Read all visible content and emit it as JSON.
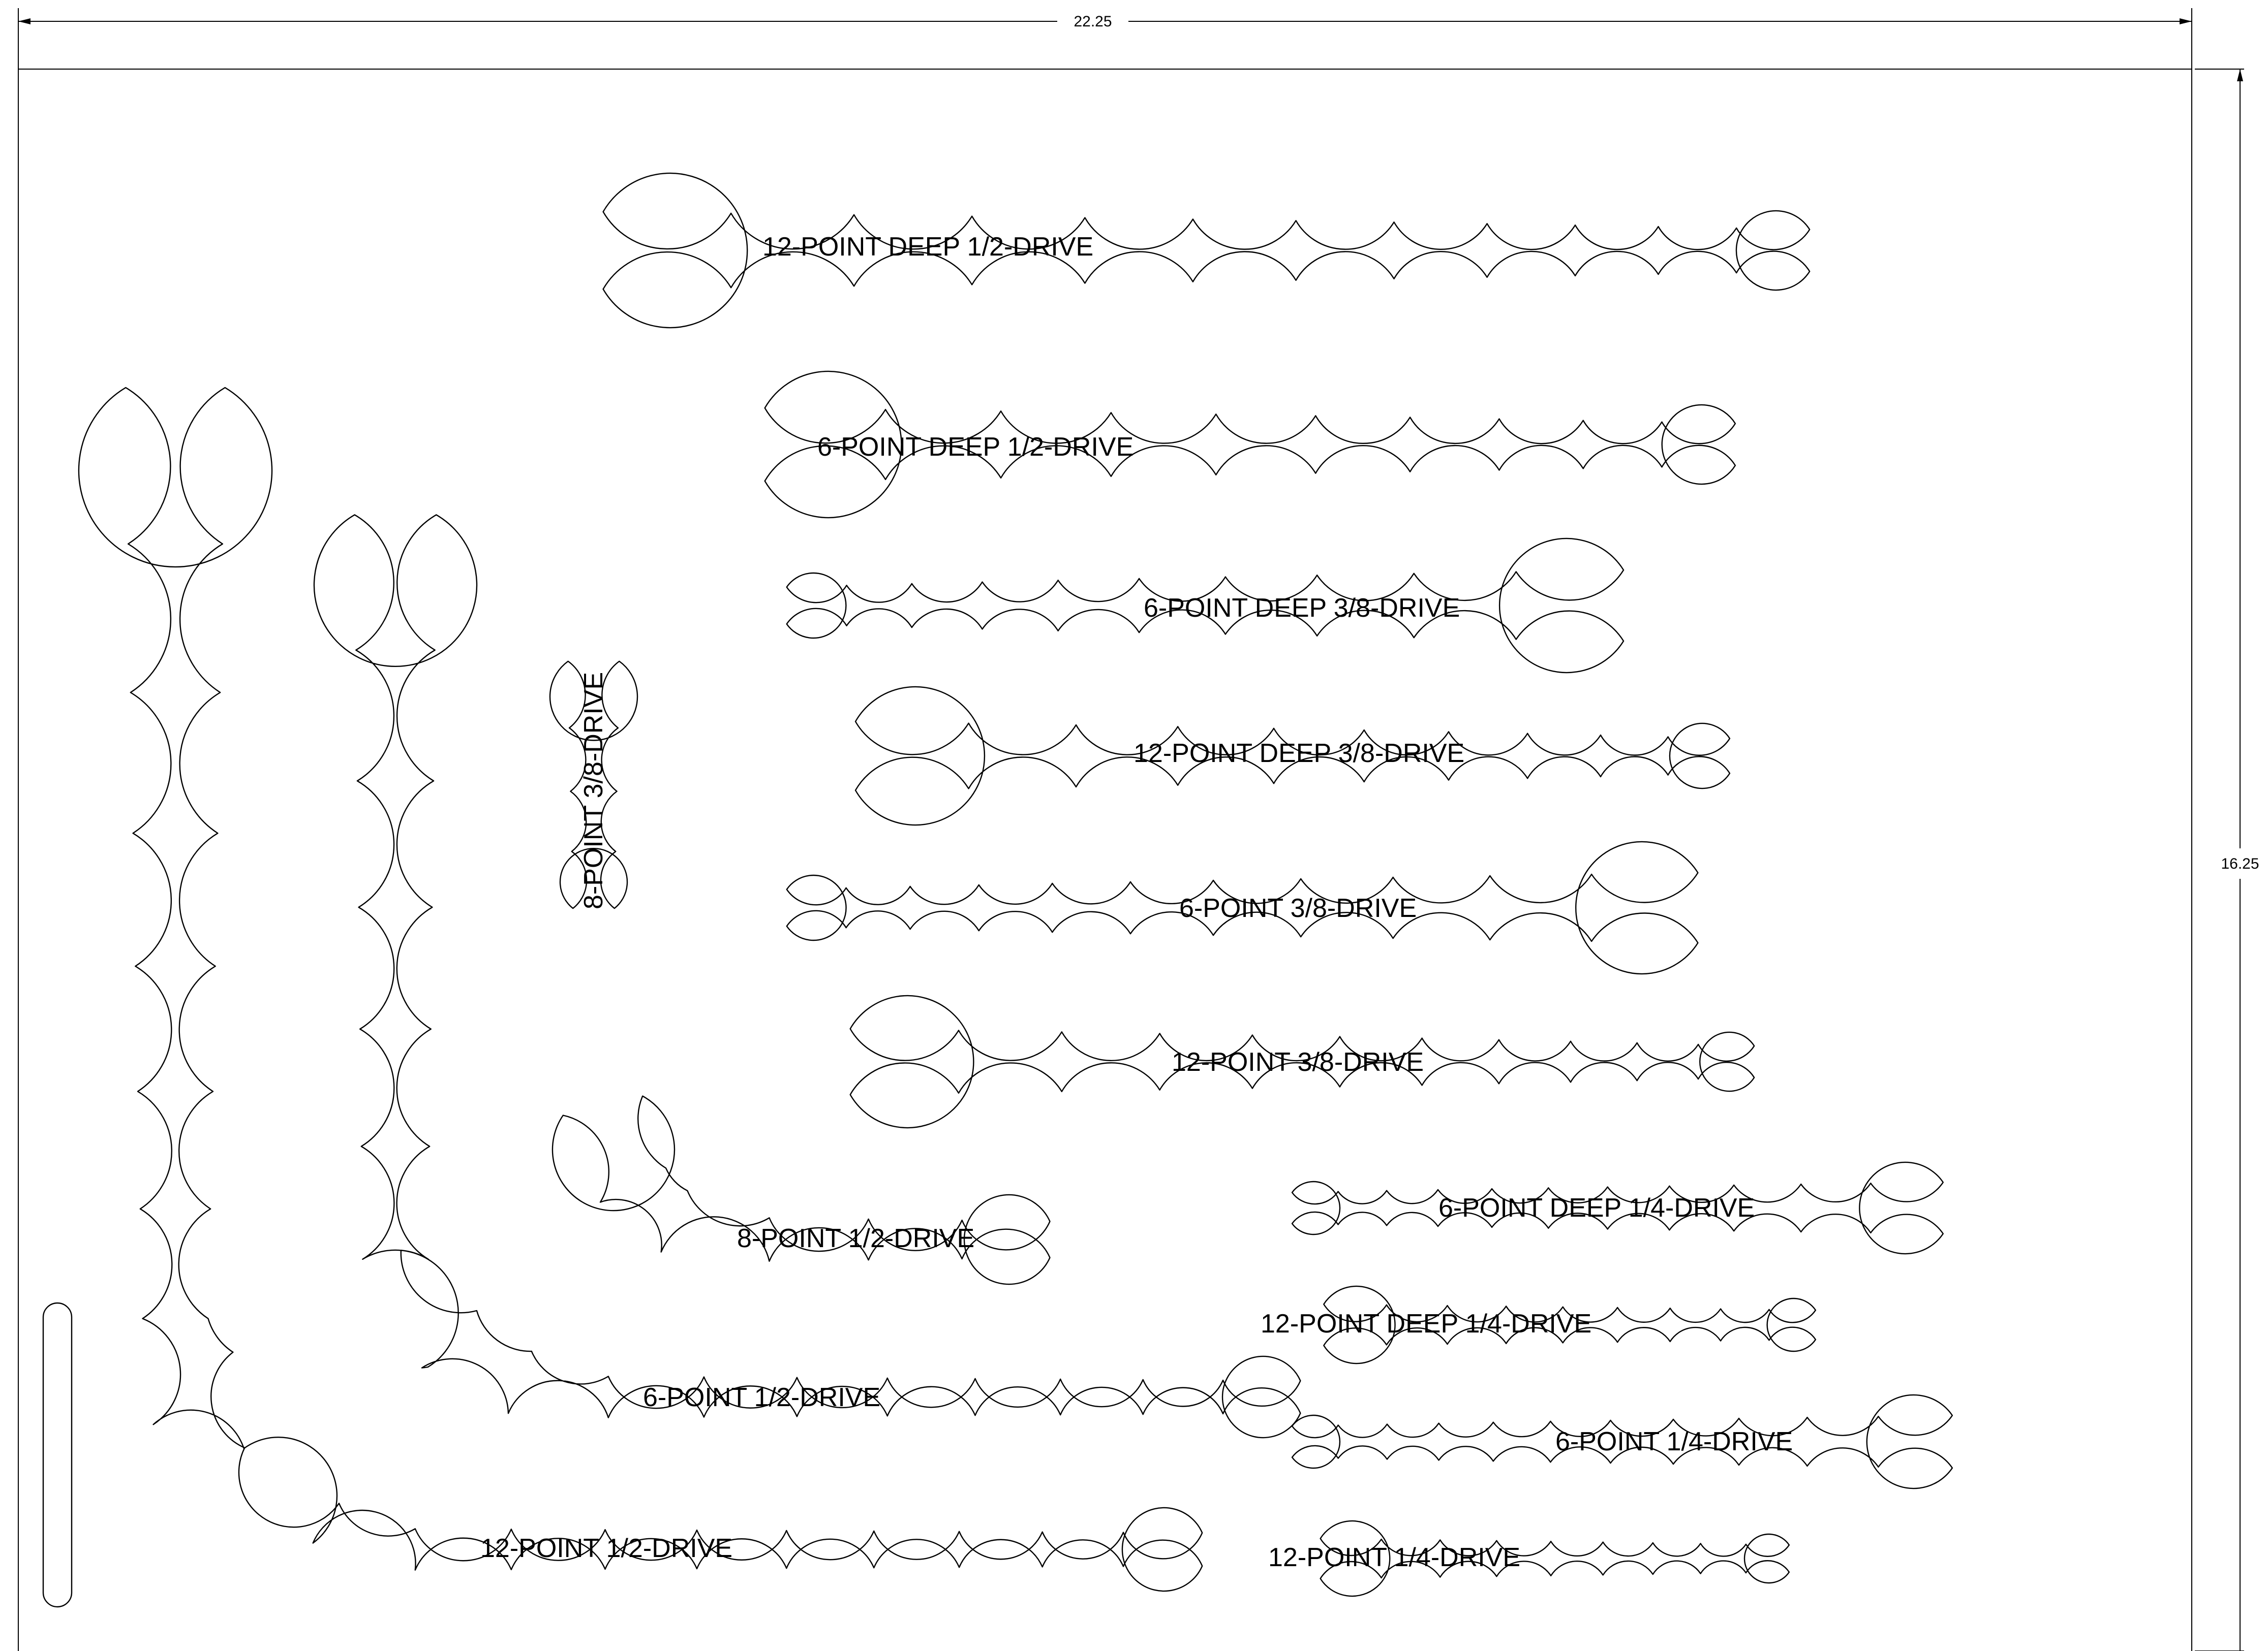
{
  "dimensions": {
    "width": "22.25",
    "height": "16.25"
  },
  "labels": {
    "twelve_deep_half": "12-POINT DEEP 1/2-DRIVE",
    "six_deep_half": "6-POINT DEEP 1/2-DRIVE",
    "six_deep_three_eighths": "6-POINT DEEP 3/8-DRIVE",
    "twelve_deep_three_eighths": "12-POINT DEEP 3/8-DRIVE",
    "six_three_eighths": "6-POINT 3/8-DRIVE",
    "twelve_three_eighths": "12-POINT 3/8-DRIVE",
    "eight_three_eighths": "8-POINT 3/8-DRIVE",
    "eight_half": "8-POINT 1/2-DRIVE",
    "six_half": "6-POINT 1/2-DRIVE",
    "twelve_half": "12-POINT 1/2-DRIVE",
    "six_deep_quarter": "6-POINT DEEP 1/4-DRIVE",
    "twelve_deep_quarter": "12-POINT DEEP 1/4-DRIVE",
    "six_quarter": "6-POINT 1/4-DRIVE",
    "twelve_quarter": "12-POINT 1/4-DRIVE"
  },
  "colors": {
    "stroke": "#000000",
    "background": "#ffffff"
  }
}
